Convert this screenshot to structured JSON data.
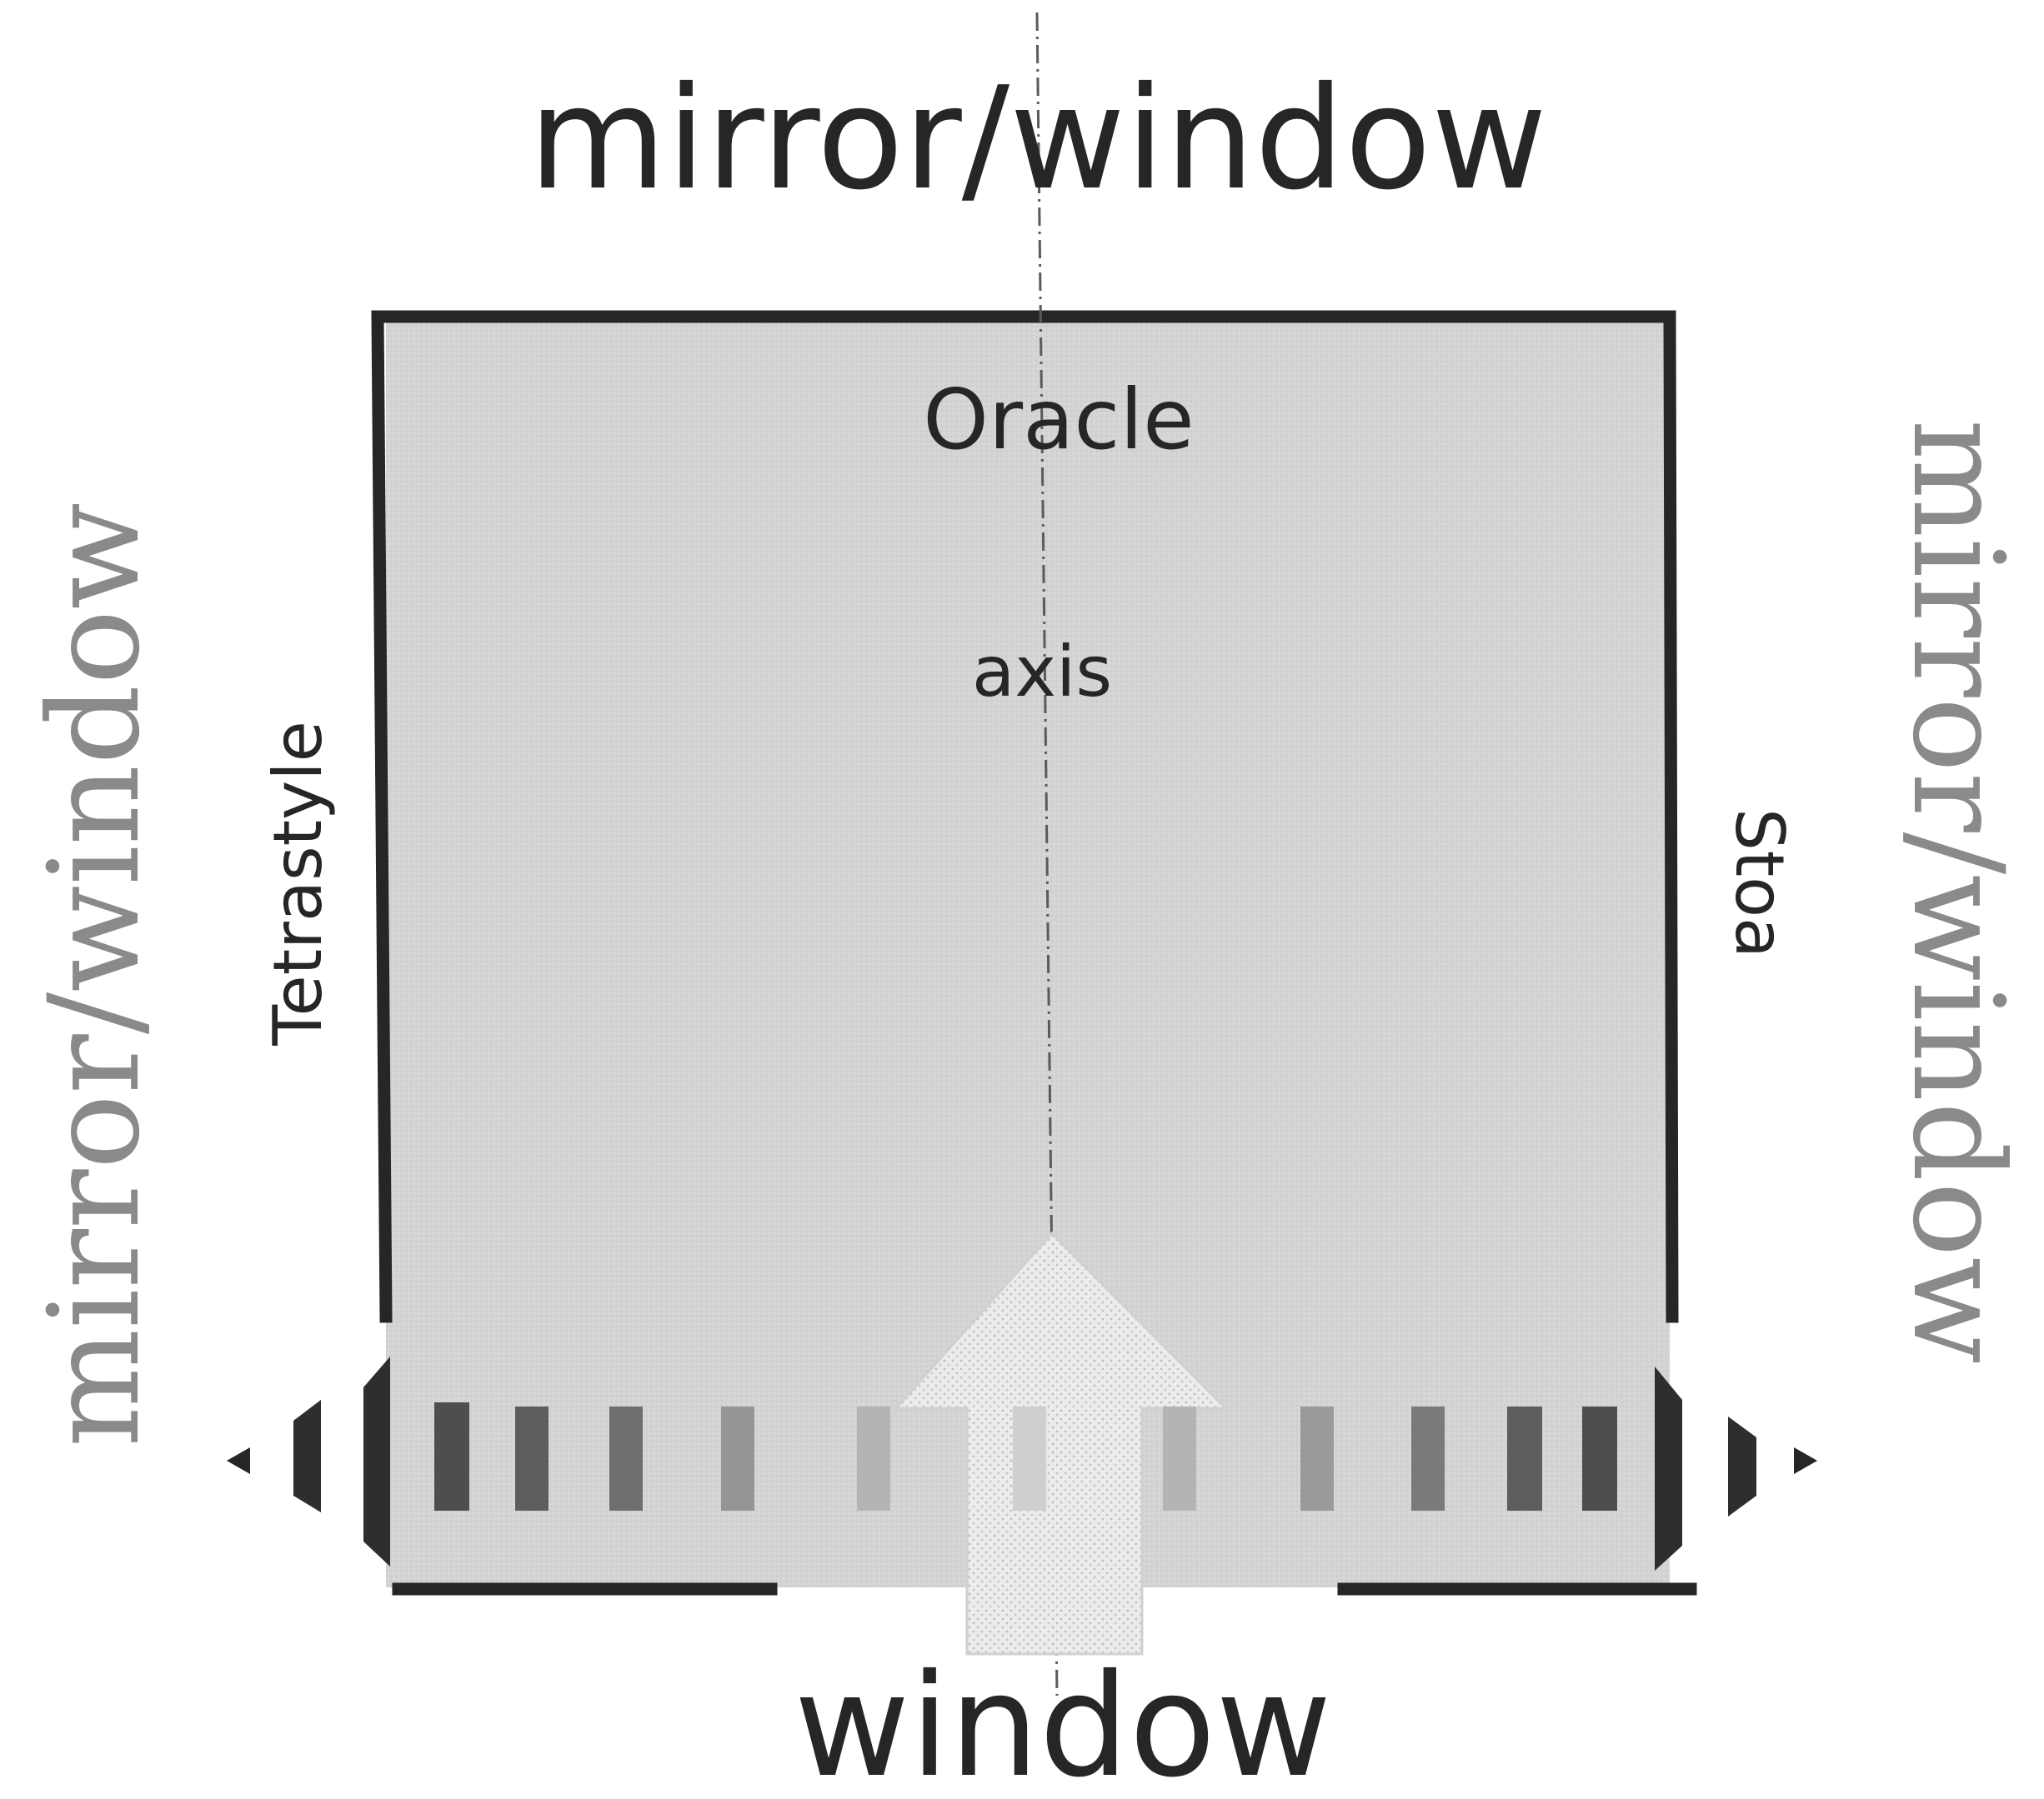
{
  "labels": {
    "top": "mirror/window",
    "bottom": "window",
    "left": "mirror/window",
    "right": "mirror/window",
    "oracle": "Oracle",
    "axis": "axis",
    "tetrastyle": "Tetrastyle",
    "stoa": "Stoa"
  },
  "colors": {
    "ink": "#262626",
    "courtyard": "#d4d4d4",
    "side_label": "#8a8a8a",
    "column_dark": "#4a4a4a",
    "column_mid": "#7a7a7a",
    "column_light": "#a8a8a8",
    "arrow": "#e9e9e9"
  },
  "columns": [
    {
      "shade": "dark"
    },
    {
      "shade": "dark"
    },
    {
      "shade": "mid"
    },
    {
      "shade": "light"
    },
    {
      "shade": "lighter"
    },
    {
      "shade": "faint"
    },
    {
      "shade": "lighter"
    },
    {
      "shade": "light"
    },
    {
      "shade": "mid"
    },
    {
      "shade": "dark"
    },
    {
      "shade": "dark"
    }
  ],
  "icons": {
    "arrow": "up-arrow-icon",
    "left_marker": "triangle-left-icon",
    "right_marker": "triangle-right-icon"
  }
}
